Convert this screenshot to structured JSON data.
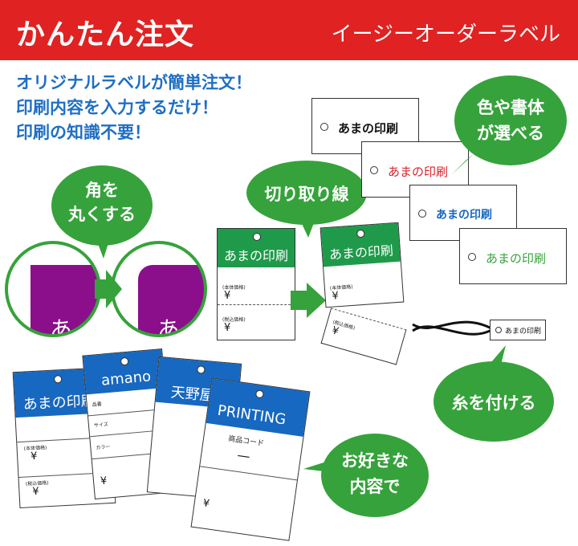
{
  "header": {
    "title": "かんたん注文",
    "subtitle": "イージーオーダーラベル"
  },
  "lead": [
    "オリジナルラベルが簡単注文！",
    "印刷内容を入力するだけ！",
    "印刷の知識不要！"
  ],
  "bubbles": {
    "corner": [
      "角を",
      "丸くする"
    ],
    "cut": "切り取り線",
    "font": [
      "色や書体",
      "が選べる"
    ],
    "string": "糸を付ける",
    "content": [
      "お好きな",
      "内容で"
    ]
  },
  "sample_text": "あまの印刷",
  "sample_partial": "あま",
  "price_labels": {
    "base": "(本体価格)",
    "tax": "(税込価格)"
  },
  "yen": "¥",
  "tag_amano": {
    "name": "amano",
    "rows": [
      "品番",
      "サイズ",
      "カラー"
    ]
  },
  "tag_shop": "天野屋",
  "tag_printing": {
    "name": "PRINTING",
    "code_label": "商品コード",
    "dash": "—"
  },
  "colors": {
    "header_red": "#e02222",
    "lead_blue": "#1f6fc4",
    "bubble_green": "#36a23b",
    "tag_green": "#1f9a4a",
    "tag_blue": "#1768c0",
    "purple": "#8b0f8b"
  }
}
